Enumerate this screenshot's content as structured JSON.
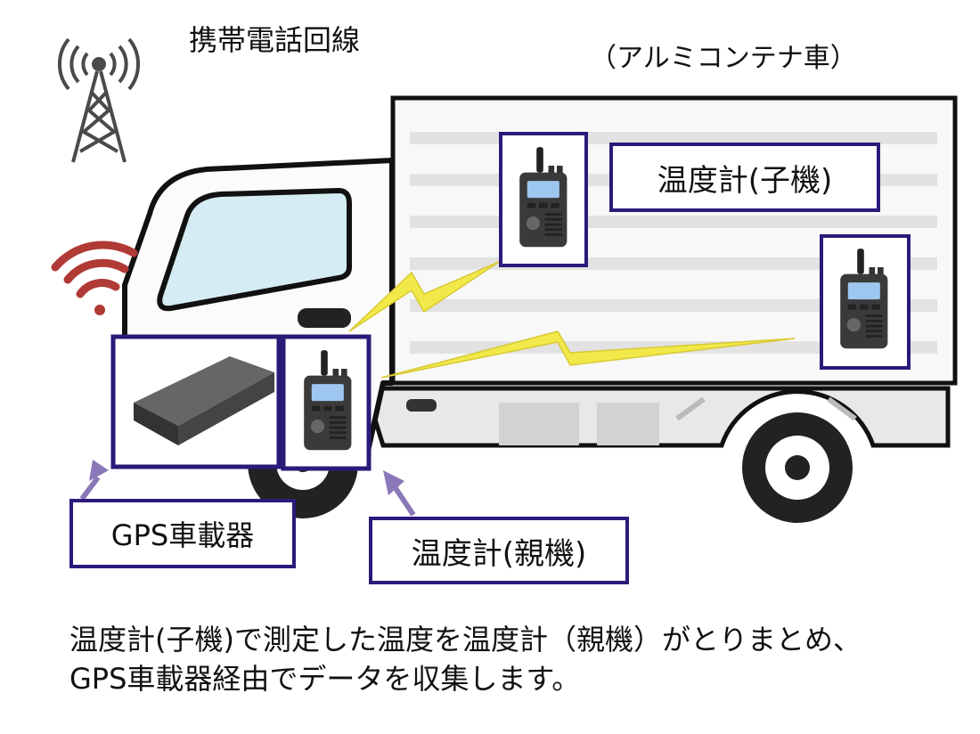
{
  "title_network": "携帯電話回線",
  "truck_label": "（アルミコンテナ車）",
  "labels": {
    "child_sensor": "温度計(子機)",
    "gps_unit": "GPS車載器",
    "parent_sensor": "温度計(親機)"
  },
  "caption": {
    "line1": "温度計(子機)で測定した温度を温度計（親機）がとりまとめ、",
    "line2": "GPS車載器経由でデータを収集します。"
  },
  "colors": {
    "box_border": "#2c1a7a",
    "arrow": "#8a78b8",
    "lightning": "#f1e84a",
    "wifi": "#b03a35",
    "truck_body": "#f7f7f7",
    "truck_stripes": "#e4e4e4",
    "chassis": "#e6e6e6",
    "device": "#444444"
  },
  "icons": [
    "cell-tower-icon",
    "wifi-signal-icon",
    "radio-transceiver-icon",
    "gps-device-icon",
    "lightning-bolt-icon"
  ]
}
